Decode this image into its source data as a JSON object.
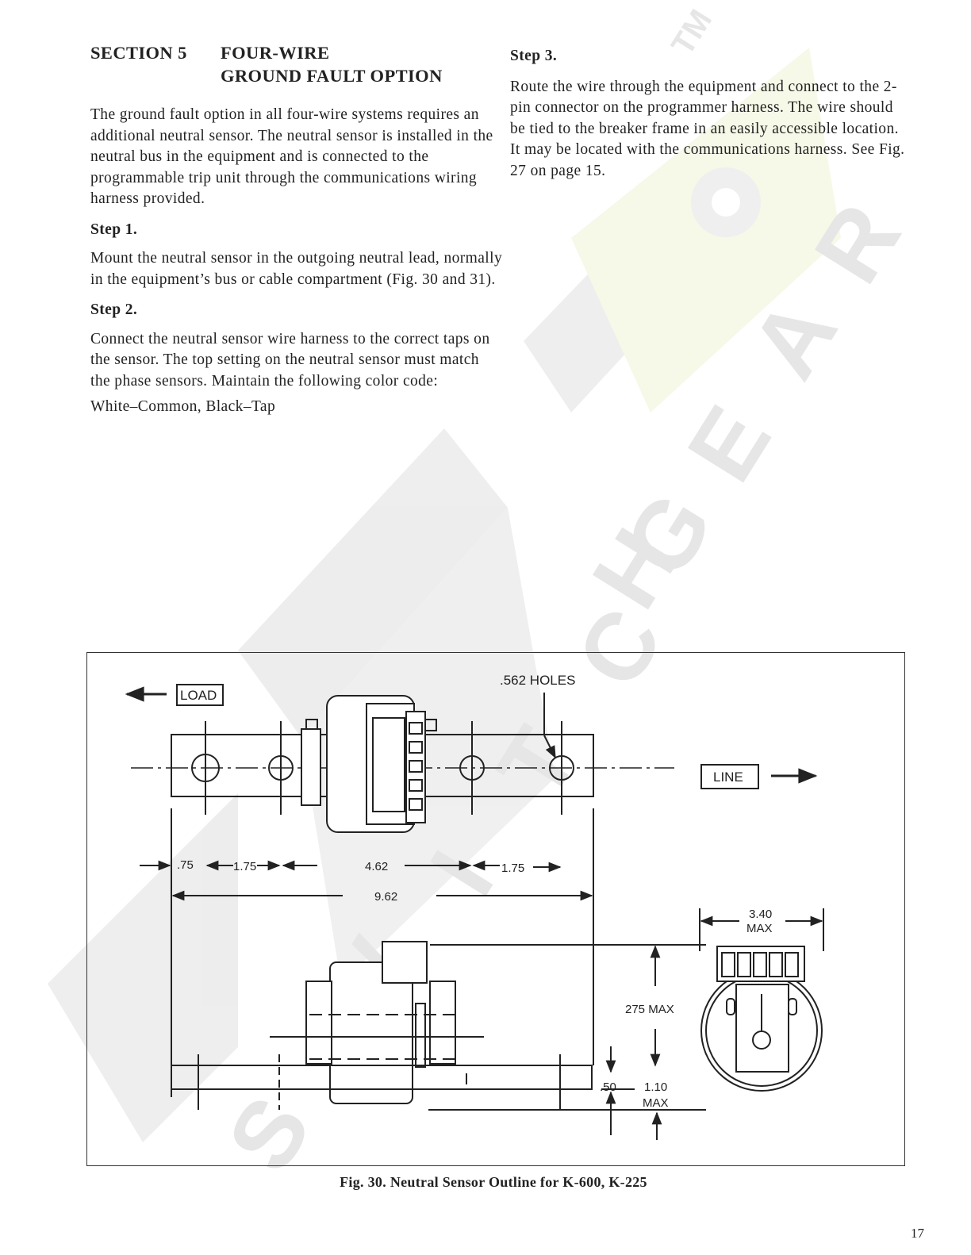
{
  "section": {
    "number": "SECTION 5",
    "title_line1": "FOUR-WIRE",
    "title_line2": "GROUND FAULT OPTION"
  },
  "intro": "The ground fault option in all four-wire systems requires an additional neutral sensor. The neutral sensor is installed in the neutral bus in the equipment and is connected to the programmable trip unit through the communications wiring harness provided.",
  "steps": [
    {
      "heading": "Step 1.",
      "text": "Mount the neutral sensor in the outgoing neutral lead, normally in the equipment’s bus or cable compartment (Fig. 30 and 31)."
    },
    {
      "heading": "Step 2.",
      "text": "Connect the neutral sensor wire harness to the correct taps on the sensor. The top setting on the neutral sensor must match the phase sensors. Maintain the following color code:",
      "extra": "White–Common, Black–Tap"
    },
    {
      "heading": "Step 3.",
      "text": "Route the wire through the equipment and connect to the 2-pin connector on the programmer harness. The wire should be tied to the breaker frame in an easily accessible location. It may be located with the communications harness. See Fig. 27 on page 15."
    }
  ],
  "figure": {
    "caption": "Fig. 30. Neutral Sensor Outline for K-600, K-225",
    "labels": {
      "load": "LOAD",
      "line": "LINE",
      "holes": ".562 HOLES",
      "d_075": ".75",
      "d_175a": "1.75",
      "d_462": "4.62",
      "d_175b": "1.75",
      "d_962": "9.62",
      "d_340": "3.40",
      "max1": "MAX",
      "d_275": "275 MAX",
      "d_050": ".50",
      "d_110": "1.10",
      "max2": "MAX"
    }
  },
  "watermark": {
    "letters": [
      "S",
      "W",
      "I",
      "T",
      "C",
      "H",
      "G",
      "E",
      "A",
      "R"
    ],
    "tm": "TM"
  },
  "page_number": "17"
}
